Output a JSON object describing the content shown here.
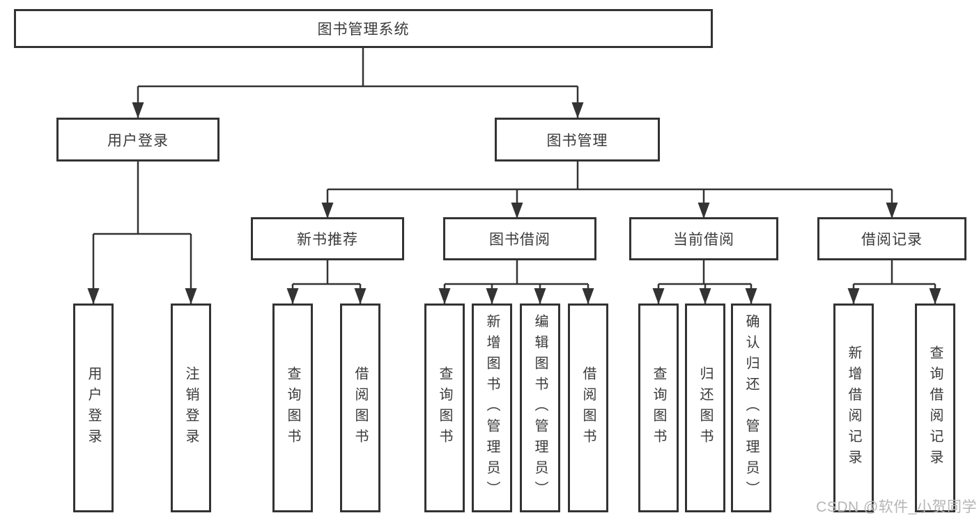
{
  "diagram": {
    "root": {
      "label": "图书管理系统"
    },
    "branches": [
      {
        "label": "用户登录",
        "children": [
          {
            "label": "用户登录"
          },
          {
            "label": "注销登录"
          }
        ]
      },
      {
        "label": "图书管理",
        "children": [
          {
            "label": "新书推荐",
            "children": [
              {
                "label": "查询图书"
              },
              {
                "label": "借阅图书"
              }
            ]
          },
          {
            "label": "图书借阅",
            "children": [
              {
                "label": "查询图书"
              },
              {
                "label": "新增图书（管理员）"
              },
              {
                "label": "编辑图书（管理员）"
              },
              {
                "label": "借阅图书"
              }
            ]
          },
          {
            "label": "当前借阅",
            "children": [
              {
                "label": "查询图书"
              },
              {
                "label": "归还图书"
              },
              {
                "label": "确认归还（管理员）"
              }
            ]
          },
          {
            "label": "借阅记录",
            "children": [
              {
                "label": "新增借阅记录"
              },
              {
                "label": "查询借阅记录"
              }
            ]
          }
        ]
      }
    ]
  },
  "watermark": {
    "text": "CSDN @软件_小贺同学"
  },
  "colors": {
    "line": "#333333",
    "text": "#3a3a3a",
    "watermark": "#b5b5b5",
    "background": "#ffffff"
  }
}
